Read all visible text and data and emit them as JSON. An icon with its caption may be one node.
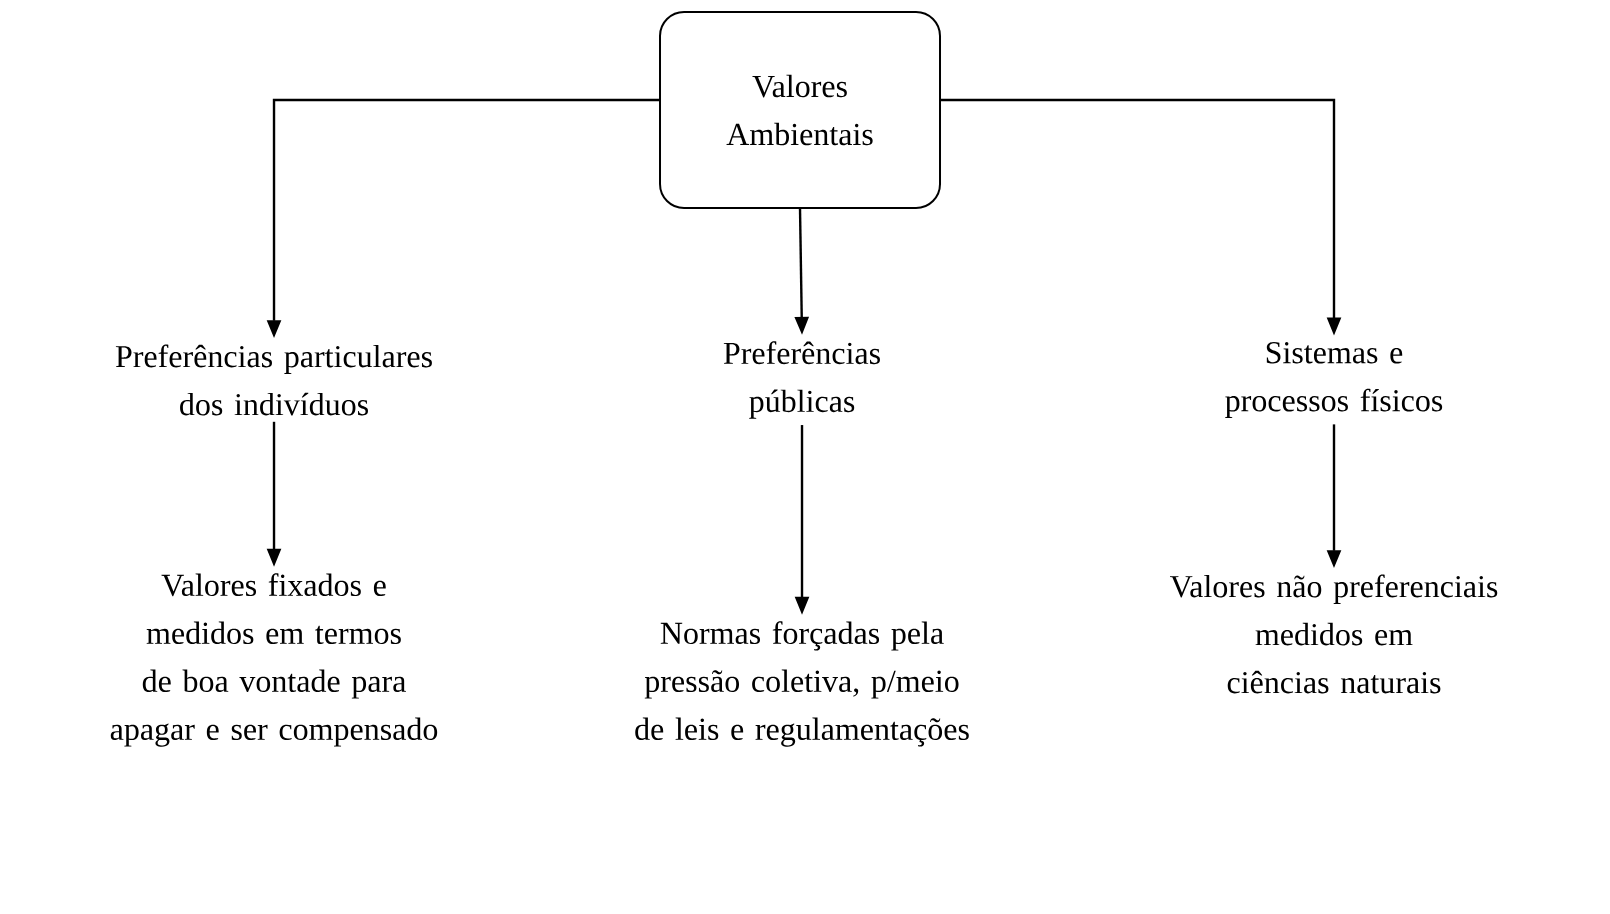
{
  "diagram": {
    "nodes": [
      {
        "text": [
          "Valores Ambientais"
        ]
      },
      {
        "text": [
          "Preferências particulares dos indivíduos"
        ]
      },
      {
        "text": [
          "Preferências públicas"
        ]
      },
      {
        "text": [
          "Sistemas e processos físicos"
        ]
      },
      {
        "text": [
          "Valores fixados e medidos em termos de boa vontade para apagar e ser compensado"
        ]
      },
      {
        "text": [
          "Normas forçadas pela pressão coletiva, p/meio de leis e regulamentações"
        ]
      },
      {
        "text": [
          "Valores não preferenciais medidos em ciências naturais"
        ]
      }
    ],
    "edges": [
      {
        "from": 0,
        "to": 1,
        "arrow": "to"
      },
      {
        "from": 0,
        "to": 2,
        "arrow": "to"
      },
      {
        "from": 0,
        "to": 3,
        "arrow": "to"
      },
      {
        "from": 1,
        "to": 4,
        "arrow": "to"
      },
      {
        "from": 2,
        "to": 5,
        "arrow": "to"
      },
      {
        "from": 3,
        "to": 6,
        "arrow": "to"
      }
    ]
  }
}
